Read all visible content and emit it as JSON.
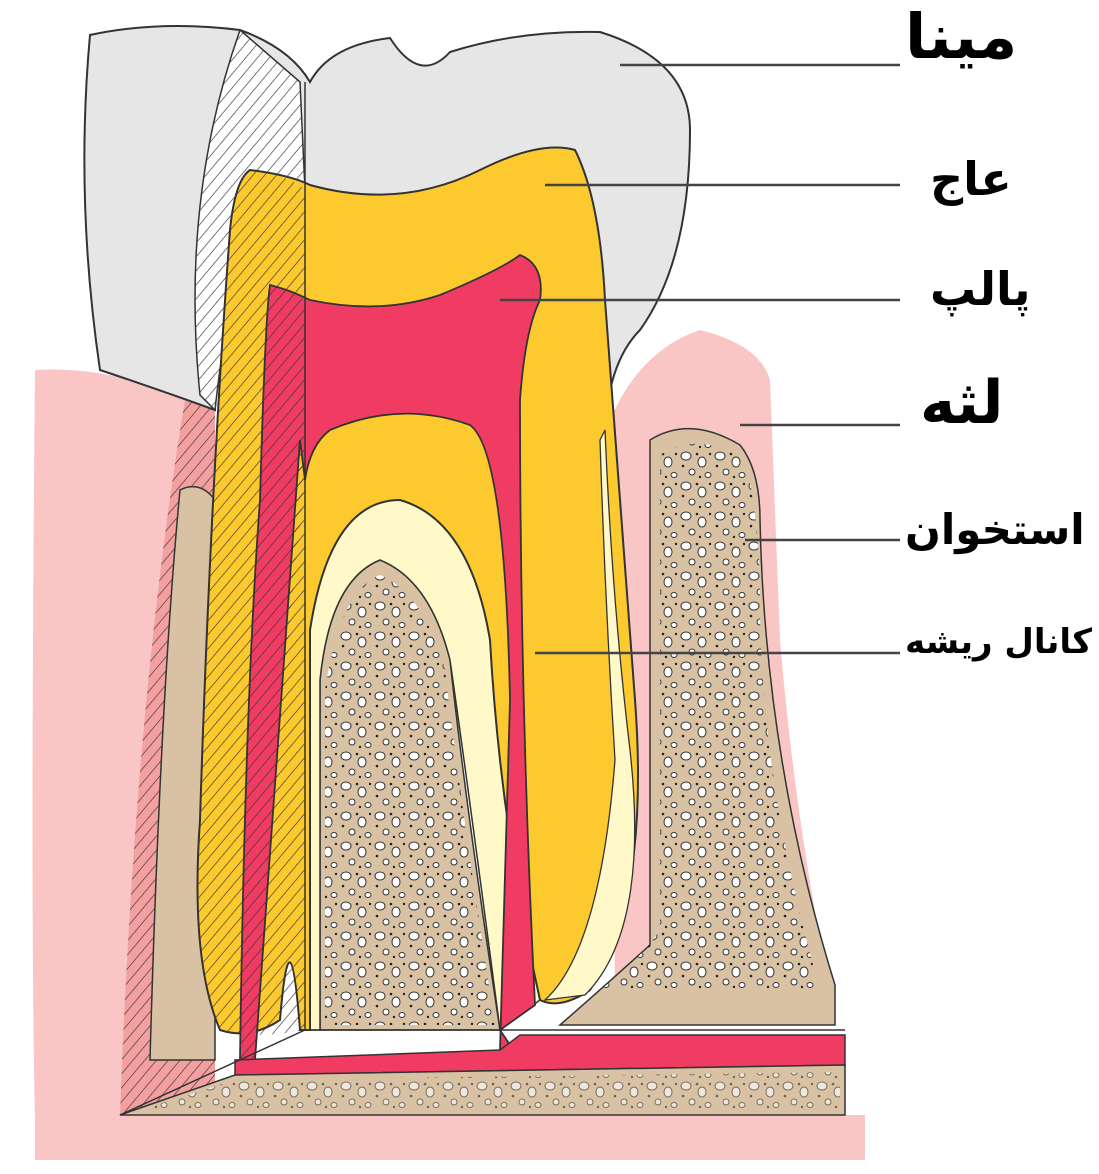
{
  "labels": {
    "enamel": "مینا",
    "dentin": "عاج",
    "pulp": "پالپ",
    "gum": "لثه",
    "bone": "استخوان",
    "root_canal": "کانال ریشه"
  },
  "colors": {
    "enamel": "#e6e6e6",
    "dentin": "#fcca2e",
    "pulp": "#f03c62",
    "gum": "#f9c5c5",
    "gum_dark": "#f5a0a0",
    "bone": "#d8c2a3",
    "cementum": "#fff8c8"
  }
}
